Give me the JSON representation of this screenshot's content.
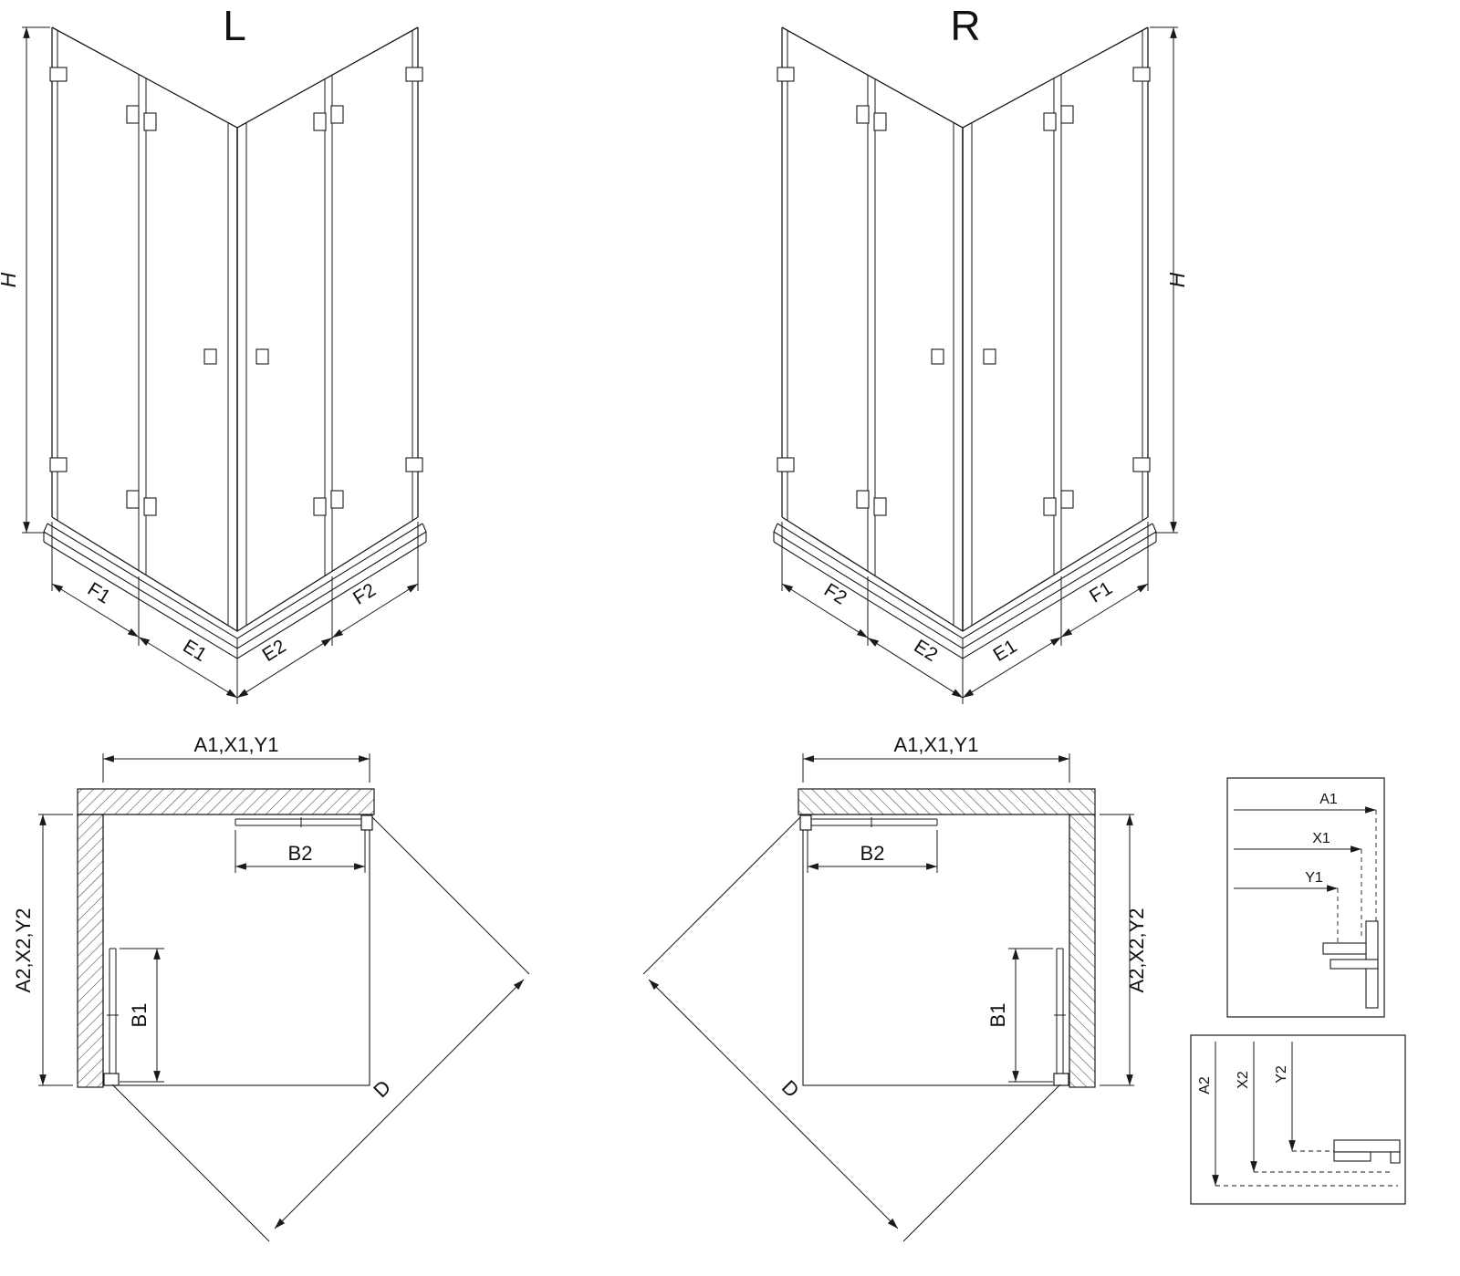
{
  "titles": {
    "left": "L",
    "right": "R"
  },
  "iso_left": {
    "h": "H",
    "outer_left": "F1",
    "inner_left": "E1",
    "inner_right": "E2",
    "outer_right": "F2"
  },
  "iso_right": {
    "h": "H",
    "outer_left": "F2",
    "inner_left": "E2",
    "inner_right": "E1",
    "outer_right": "F1"
  },
  "plan_left": {
    "width": "A1,X1,Y1",
    "depth": "A2,X2,Y2",
    "door_top": "B2",
    "door_side": "B1",
    "diagonal": "D"
  },
  "plan_right": {
    "width": "A1,X1,Y1",
    "depth": "A2,X2,Y2",
    "door_top": "B2",
    "door_side": "B1",
    "diagonal": "D"
  },
  "detail_top": {
    "a1": "A1",
    "x1": "X1",
    "y1": "Y1"
  },
  "detail_bottom": {
    "a2": "A2",
    "x2": "X2",
    "y2": "Y2"
  },
  "colors": {
    "line": "#1a1a1a",
    "text": "#111111",
    "background": "#ffffff"
  }
}
